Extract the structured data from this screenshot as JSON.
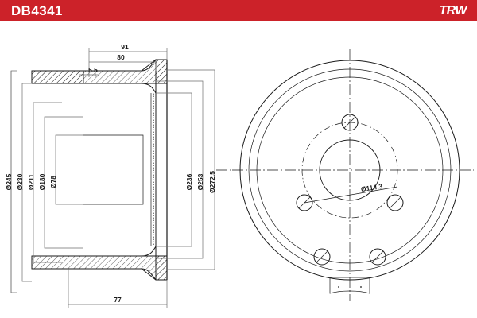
{
  "header": {
    "part_number": "DB4341",
    "brand": "TRW",
    "bar_color": "#cc2229",
    "text_color": "#ffffff"
  },
  "drawing": {
    "title": "Brake drum technical drawing",
    "line_color": "#1a1a1a",
    "dimension_line_color": "#6e6e6e",
    "background": "#ffffff",
    "section_view": {
      "name": "cross-section-view",
      "width_dimensions": [
        {
          "label": "91",
          "position": "top",
          "id": "dim-91"
        },
        {
          "label": "80",
          "position": "top",
          "id": "dim-80"
        },
        {
          "label": "5.5",
          "position": "top",
          "id": "dim-5-5"
        },
        {
          "label": "77",
          "position": "bottom",
          "id": "dim-77"
        }
      ],
      "diameter_dimensions_left": [
        {
          "label": "Ø245",
          "id": "dim-d245"
        },
        {
          "label": "Ø230",
          "id": "dim-d230"
        },
        {
          "label": "Ø211",
          "id": "dim-d211"
        },
        {
          "label": "Ø180",
          "id": "dim-d180"
        },
        {
          "label": "Ø78",
          "id": "dim-d78"
        }
      ],
      "diameter_dimensions_right": [
        {
          "label": "Ø236",
          "id": "dim-d236"
        },
        {
          "label": "Ø253",
          "id": "dim-d253"
        },
        {
          "label": "Ø272.5",
          "id": "dim-d272-5"
        }
      ]
    },
    "face_view": {
      "name": "front-face-view",
      "bolt_circle_label": "Ø114.3",
      "bolt_hole_count": 5,
      "concentric_circle_count": 3,
      "has_center_bore": true,
      "has_label_plate": true
    }
  }
}
